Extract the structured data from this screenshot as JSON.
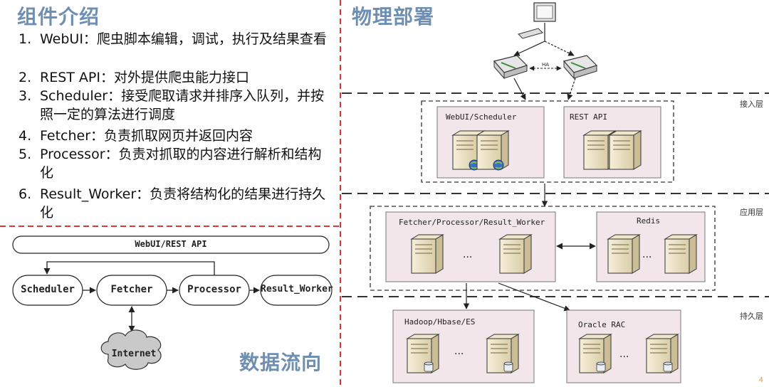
{
  "left_panel": {
    "title": "组件介绍",
    "items": [
      {
        "num": "1.",
        "text": "WebUI：爬虫脚本编辑，调试，执行及结果查看"
      },
      {
        "num": "2.",
        "text": "REST API：对外提供爬虫能力接口"
      },
      {
        "num": "3.",
        "text": "Scheduler：接受爬取请求并排序入队列，并按照一定的算法进行调度"
      },
      {
        "num": "4.",
        "text": "Fetcher：负责抓取网页并返回内容"
      },
      {
        "num": "5.",
        "text": "Processor：负责对抓取的内容进行解析和结构化"
      },
      {
        "num": "6.",
        "text": "Result_Worker：负责将结构化的结果进行持久化"
      }
    ]
  },
  "flow": {
    "title": "数据流向",
    "top_bar": "WebUI/REST API",
    "nodes": [
      "Scheduler",
      "Fetcher",
      "Processor",
      "Result_Worker"
    ],
    "cloud": "Internet"
  },
  "deployment": {
    "title": "物理部署",
    "lb_label": "HA",
    "layers": [
      "接入层",
      "应用层",
      "持久层"
    ],
    "access": {
      "left_box": "WebUI/Scheduler",
      "right_box": "REST API"
    },
    "app": {
      "left_box": "Fetcher/Processor/Result_Worker",
      "right_box": "Redis",
      "ellipsis": "..."
    },
    "persist": {
      "left_box": "Hadoop/Hbase/ES",
      "right_box": "Oracle RAC",
      "ellipsis": "..."
    }
  },
  "page_number": "4",
  "colors": {
    "title": "#6f8fb2",
    "divider": "#d9383a",
    "box_fill": "#f3e6ea"
  }
}
